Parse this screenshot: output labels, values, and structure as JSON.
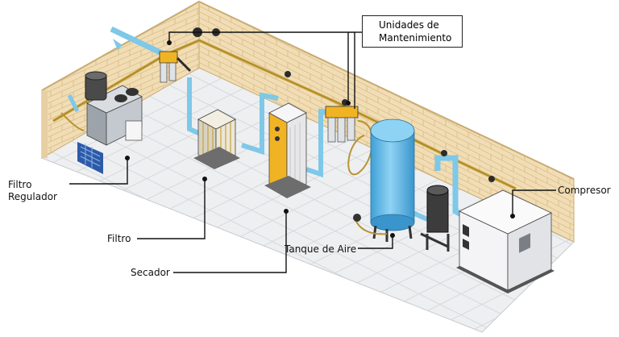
{
  "labels": {
    "maintenance_units": {
      "line1": "Unidades de",
      "line2": "Mantenimiento"
    },
    "filter_regulator": {
      "line1": "Filtro",
      "line2": "Regulador"
    },
    "filter": "Filtro",
    "dryer": "Secador",
    "air_tank": "Tanque de Aire",
    "compressor": "Compresor"
  },
  "colors": {
    "wall": "#f1ddb5",
    "wall_brick_line": "#dcc08c",
    "floor": "#eeeff1",
    "floor_tile_line": "#d4d6da",
    "pipe_blue": "#7ec8e8",
    "pipe_yellow": "#c8a43c",
    "tank_blue": "#5fb8e6",
    "compressor_body": "#f4f4f6",
    "unit_yellow": "#f0b323",
    "leader_line": "#111111"
  }
}
